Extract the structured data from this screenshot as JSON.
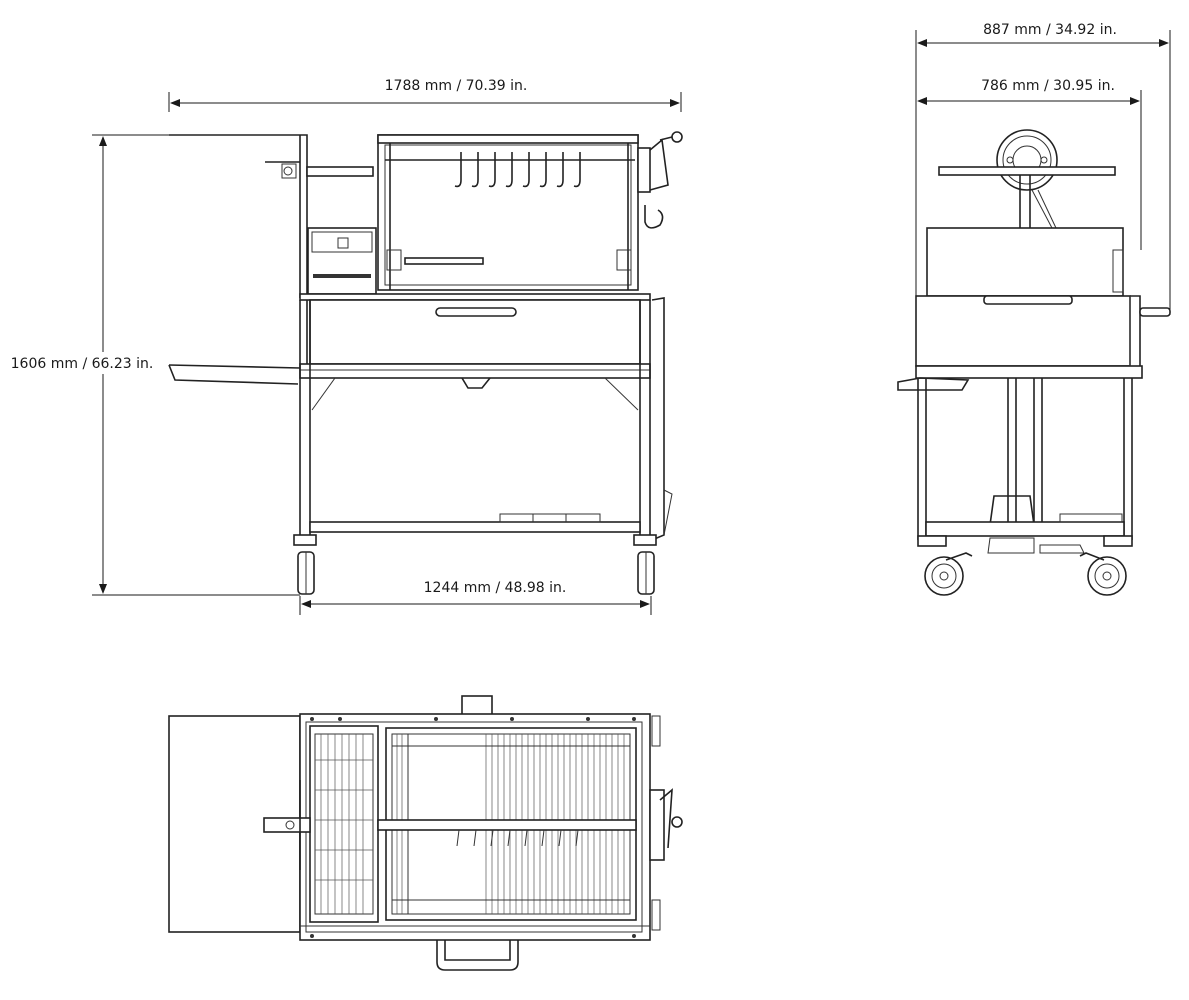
{
  "dimensions": {
    "front_width": "1788 mm / 70.39 in.",
    "front_height": "1606 mm / 66.23 in.",
    "front_base_width": "1244 mm / 48.98 in.",
    "side_outer_width": "887 mm / 34.92 in.",
    "side_inner_width": "786 mm / 30.95 in."
  },
  "views": {
    "front_view": "front-elevation",
    "side_view": "side-elevation",
    "top_view": "plan-view"
  },
  "colors": {
    "line": "#222222",
    "background": "#ffffff"
  }
}
